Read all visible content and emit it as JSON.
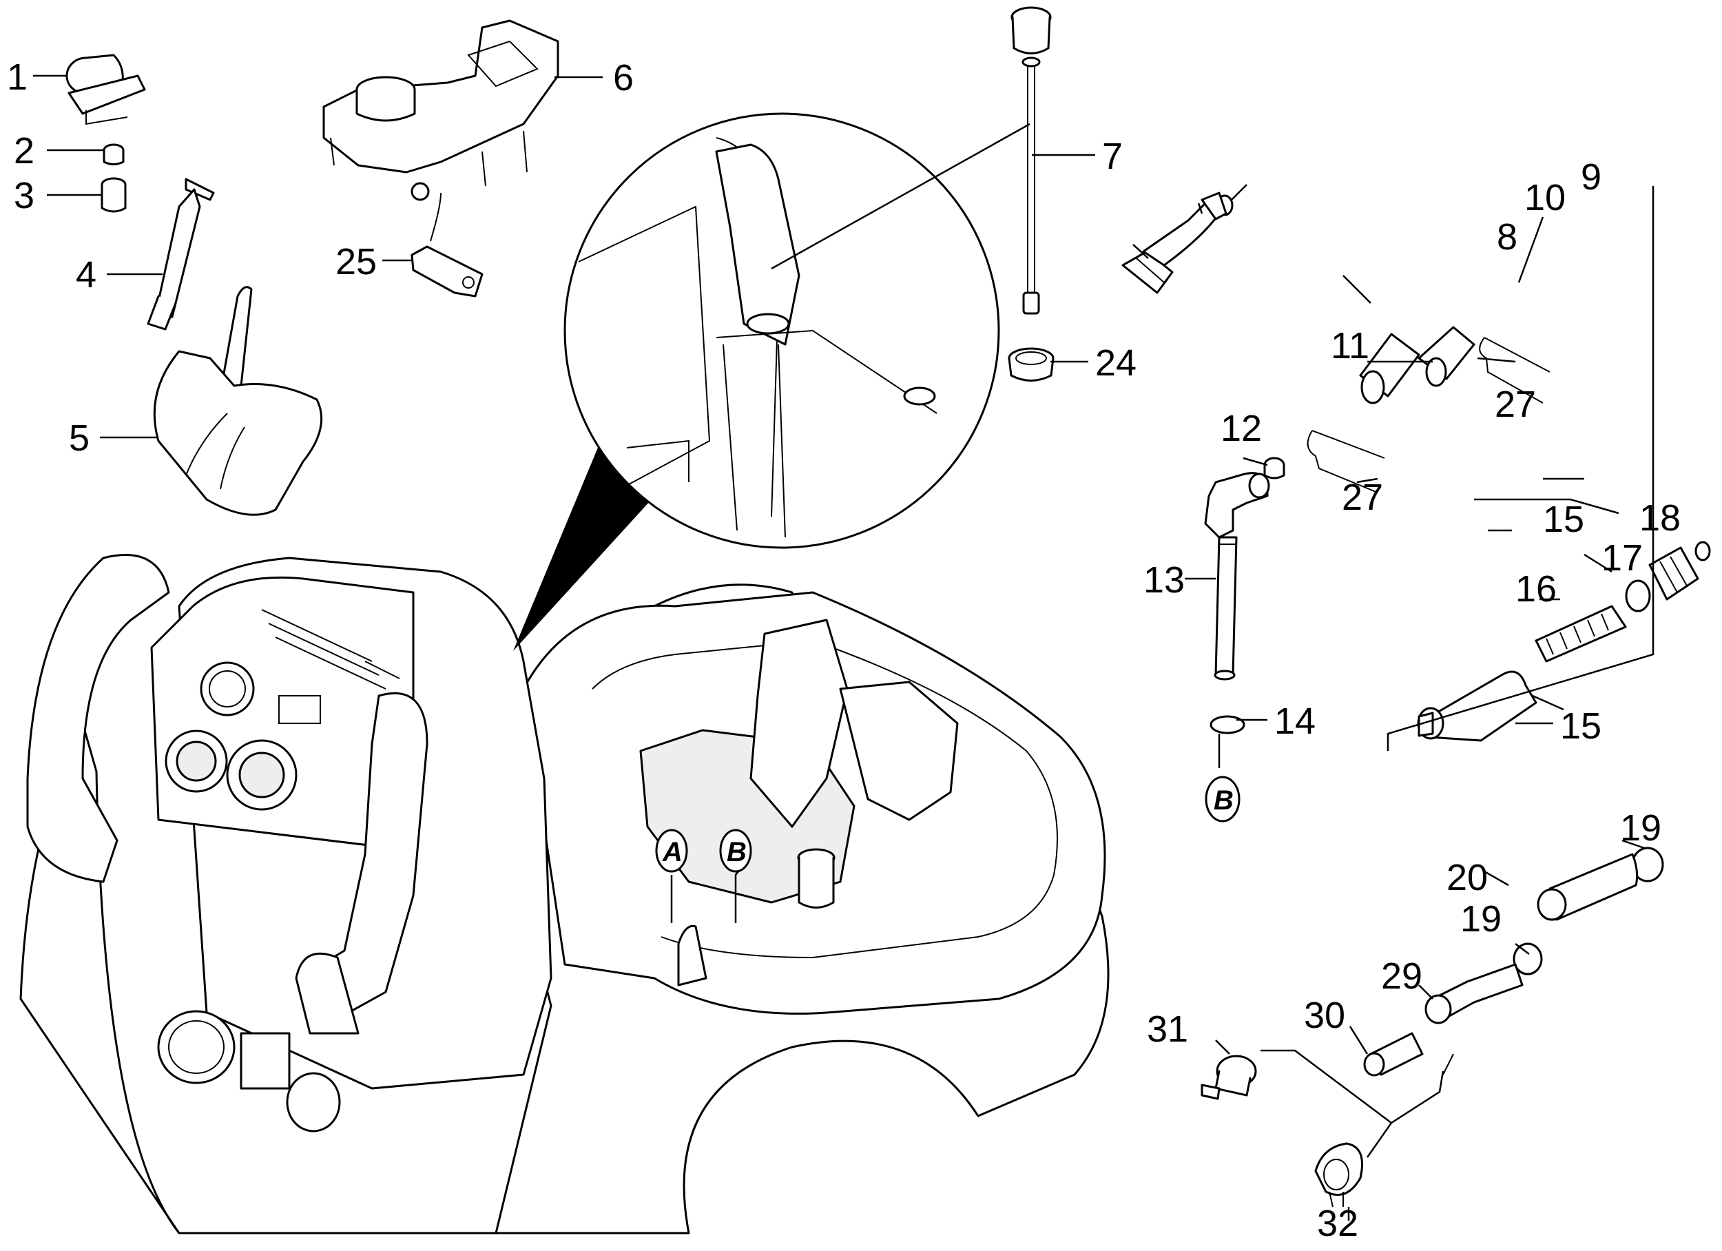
{
  "callouts": {
    "c1": "1",
    "c2": "2",
    "c3": "3",
    "c4": "4",
    "c5": "5",
    "c6": "6",
    "c7": "7",
    "c8": "8",
    "c9": "9",
    "c10": "10",
    "c11": "11",
    "c12": "12",
    "c13": "13",
    "c14": "14",
    "c15a": "15",
    "c15b": "15",
    "c16": "16",
    "c17": "17",
    "c18": "18",
    "c19a": "19",
    "c19b": "19",
    "c20": "20",
    "c24": "24",
    "c25": "25",
    "c27a": "27",
    "c27b": "27",
    "c29": "29",
    "c30": "30",
    "c31": "31",
    "c32": "32"
  },
  "references": {
    "a": "A",
    "b_machine": "B",
    "b_hose": "B"
  }
}
